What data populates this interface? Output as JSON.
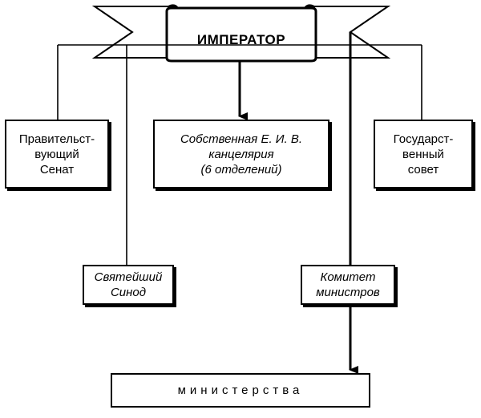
{
  "diagram": {
    "emperor": "ИМПЕРАТОР",
    "senate": "Правительст-\nвующий\nСенат",
    "chancery": "Собственная Е. И. В.\nканцелярия\n(6 отделений)",
    "council": "Государст-\nвенный\nсовет",
    "synod": "Святейший\nСинод",
    "committee": "Комитет\nминистров",
    "ministries": "министерства"
  }
}
